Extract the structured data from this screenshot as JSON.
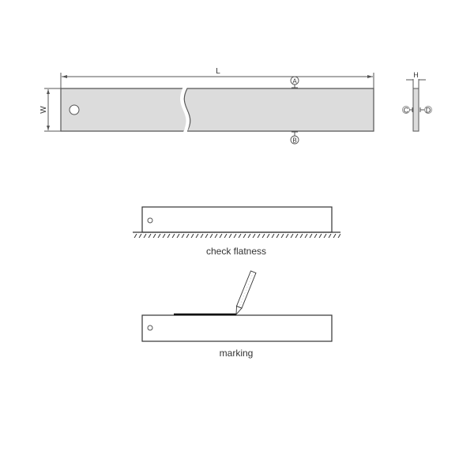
{
  "colors": {
    "line": "#555555",
    "bar_fill": "#dcdcdc",
    "stroke_dark": "#333333",
    "mark_line": "#111111",
    "background": "#ffffff"
  },
  "top_view": {
    "length_label": "L",
    "width_label": "W",
    "point_a": "A",
    "point_b": "B",
    "hole_icon": "hanging-hole"
  },
  "side_view": {
    "thickness_label": "H",
    "point_c": "C",
    "point_d": "D"
  },
  "flatness_view": {
    "caption": "check flatness",
    "surface_icon": "hatched-ground-surface"
  },
  "marking_view": {
    "caption": "marking",
    "tool_icon": "pencil-icon"
  }
}
